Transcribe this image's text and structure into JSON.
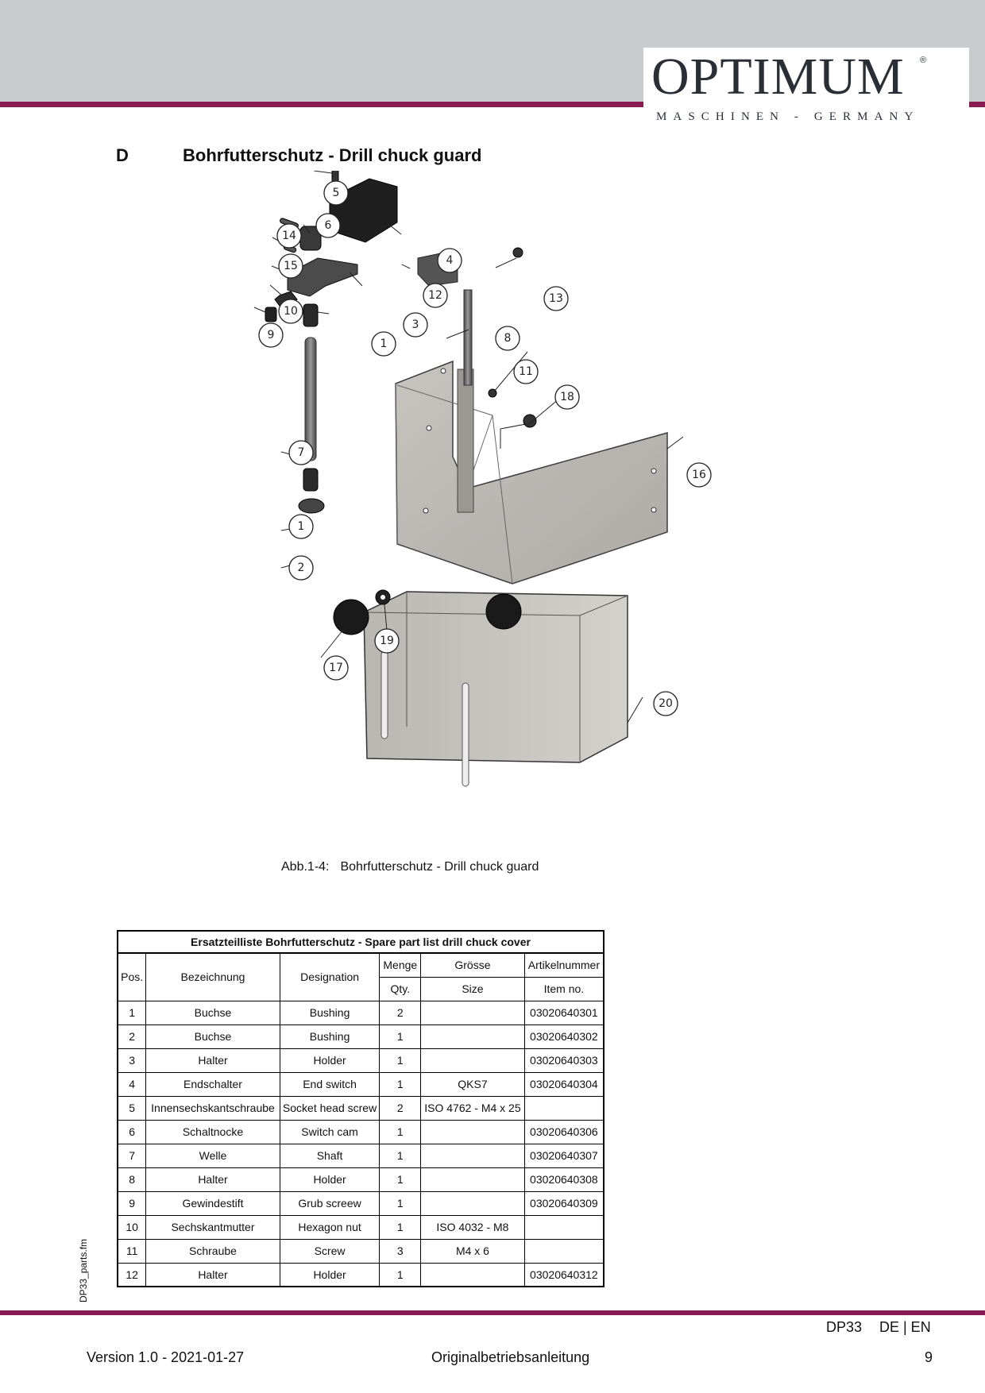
{
  "header": {
    "brand": "OPTIMUM",
    "brand_reg": "®",
    "brand_sub": "MASCHINEN - GERMANY"
  },
  "section": {
    "letter": "D",
    "title": "Bohrfutterschutz - Drill chuck guard"
  },
  "figure": {
    "callouts": [
      "5",
      "6",
      "14",
      "15",
      "4",
      "12",
      "13",
      "10",
      "3",
      "9",
      "1",
      "8",
      "11",
      "18",
      "16",
      "7",
      "1",
      "2",
      "19",
      "17",
      "20"
    ],
    "caption_label": "Abb.1-4:",
    "caption_text": "Bohrfutterschutz - Drill chuck guard"
  },
  "table": {
    "title": "Ersatzteilliste Bohrfutterschutz - Spare part list drill chuck cover",
    "headers": {
      "pos": "Pos.",
      "bezeichnung": "Bezeichnung",
      "designation": "Designation",
      "menge": "Menge",
      "qty": "Qty.",
      "groesse": "Grösse",
      "size": "Size",
      "artikel": "Artikelnummer",
      "item": "Item no."
    },
    "rows": [
      [
        "1",
        "Buchse",
        "Bushing",
        "2",
        "",
        "03020640301"
      ],
      [
        "2",
        "Buchse",
        "Bushing",
        "1",
        "",
        "03020640302"
      ],
      [
        "3",
        "Halter",
        "Holder",
        "1",
        "",
        "03020640303"
      ],
      [
        "4",
        "Endschalter",
        "End switch",
        "1",
        "QKS7",
        "03020640304"
      ],
      [
        "5",
        "Innensechskantschraube",
        "Socket head screw",
        "2",
        "ISO 4762 - M4 x 25",
        ""
      ],
      [
        "6",
        "Schaltnocke",
        "Switch cam",
        "1",
        "",
        "03020640306"
      ],
      [
        "7",
        "Welle",
        "Shaft",
        "1",
        "",
        "03020640307"
      ],
      [
        "8",
        "Halter",
        "Holder",
        "1",
        "",
        "03020640308"
      ],
      [
        "9",
        "Gewindestift",
        "Grub screew",
        "1",
        "",
        "03020640309"
      ],
      [
        "10",
        "Sechskantmutter",
        "Hexagon nut",
        "1",
        "ISO 4032 - M8",
        ""
      ],
      [
        "11",
        "Schraube",
        "Screw",
        "3",
        "M4 x 6",
        ""
      ],
      [
        "12",
        "Halter",
        "Holder",
        "1",
        "",
        "03020640312"
      ]
    ]
  },
  "side_label": "DP33_parts.fm",
  "footer": {
    "model": "DP33",
    "lang": "DE | EN",
    "version": "Version 1.0 - 2021-01-27",
    "doc": "Originalbetriebsanleitung",
    "page": "9"
  }
}
